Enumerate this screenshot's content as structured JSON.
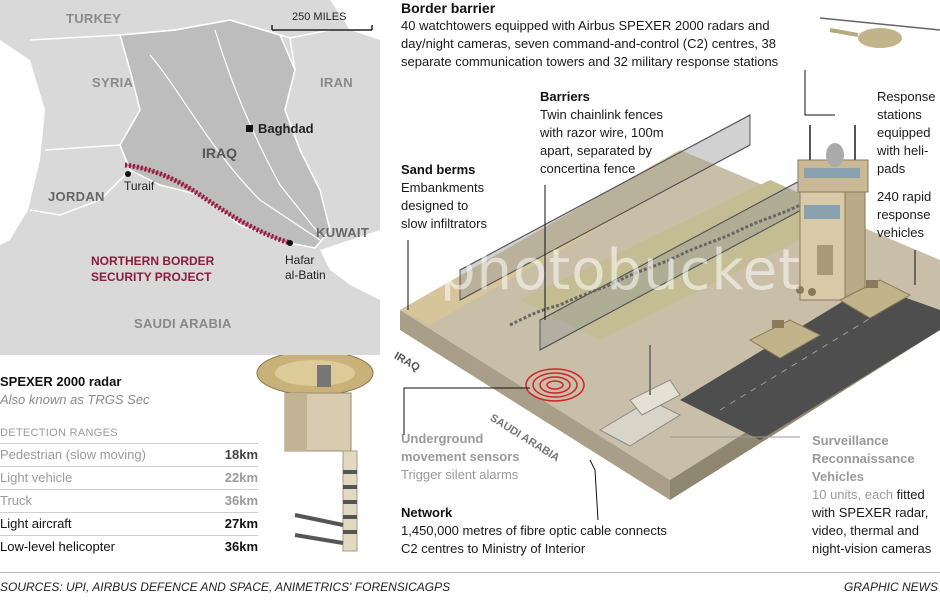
{
  "map": {
    "scale_label": "250 MILES",
    "countries": {
      "turkey": "TURKEY",
      "syria": "SYRIA",
      "iran": "IRAN",
      "iraq": "IRAQ",
      "jordan": "JORDAN",
      "kuwait": "KUWAIT",
      "saudi": "SAUDI ARABIA"
    },
    "cities": {
      "baghdad": "Baghdad",
      "turaif": "Turaif",
      "hafar_1": "Hafar",
      "hafar_2": "al-Batin"
    },
    "project_label_1": "NORTHERN BORDER",
    "project_label_2": "SECURITY PROJECT",
    "colors": {
      "land": "#d9d9d9",
      "iraq": "#bdbdbd",
      "water": "#ffffff",
      "border": "#8a1c3c"
    }
  },
  "radar": {
    "title": "SPEXER 2000 radar",
    "subtitle": "Also known as TRGS Sec",
    "ranges_heading": "DETECTION RANGES",
    "ranges": [
      {
        "label": "Pedestrian (slow moving)",
        "value": "18km",
        "active": false
      },
      {
        "label": "Light vehicle",
        "value": "22km",
        "active": false
      },
      {
        "label": "Truck",
        "value": "36km",
        "active": false
      },
      {
        "label": "Light aircraft",
        "value": "27km",
        "active": true
      },
      {
        "label": "Low-level helicopter",
        "value": "36km",
        "active": true
      }
    ]
  },
  "callouts": {
    "border_barrier": {
      "title": "Border barrier",
      "lines": [
        "40 watchtowers equipped with Airbus SPEXER 2000 radars and",
        "day/night cameras, seven command-and-control (C2) centres, 38",
        "separate communication towers and 32 military response stations"
      ]
    },
    "barriers": {
      "title": "Barriers",
      "lines": [
        "Twin chainlink fences",
        "with razor wire, 100m",
        "apart, separated by",
        "concertina fence"
      ]
    },
    "sand_berms": {
      "title": "Sand berms",
      "lines": [
        "Embankments",
        "designed to",
        "slow infiltrators"
      ]
    },
    "response": {
      "lines": [
        "Response",
        "stations",
        "equipped",
        "with heli-",
        "pads"
      ],
      "vehicles_lines": [
        "240 rapid",
        "response",
        "vehicles"
      ]
    },
    "underground": {
      "title_1": "Underground",
      "title_2": "movement sensors",
      "desc": "Trigger silent alarms"
    },
    "network": {
      "title": "Network",
      "lines": [
        "1,450,000 metres of fibre optic cable connects",
        "C2 centres to Ministry of Interior"
      ]
    },
    "surveillance": {
      "title_1": "Surveillance",
      "title_2": "Reconnaissance",
      "title_3": "Vehicles",
      "desc_grey": "10 units, each",
      "desc_dark_1": "fitted",
      "desc_lines": [
        "with SPEXER radar,",
        "video, thermal and",
        "night-vision cameras"
      ]
    },
    "ground_labels": {
      "iraq": "IRAQ",
      "saudi": "SAUDI ARABIA"
    }
  },
  "footer": {
    "sources": "SOURCES: UPI, AIRBUS DEFENCE AND SPACE, ANIMETRICS' FORENSICAGPS",
    "credit": "GRAPHIC NEWS"
  },
  "watermark": "photobucket"
}
